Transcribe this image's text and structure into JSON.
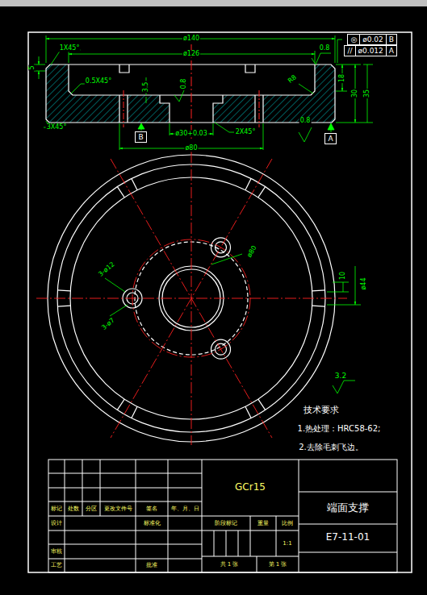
{
  "diagram": {
    "nodes": [
      {
        "text": [
          "◎",
          "ø0.02",
          "B"
        ]
      },
      {
        "text": [
          "//",
          "ø0.012",
          "A"
        ]
      },
      {
        "text": [
          "B"
        ]
      },
      {
        "text": [
          "A"
        ]
      }
    ],
    "labels": [
      "1X45°",
      "ø140",
      "ø126",
      "5",
      "0.8",
      "0.5X45°",
      "3.5",
      "0.8",
      "R8",
      "18",
      "30",
      "35",
      "3X45°",
      "ø30+0.03",
      "2X45°",
      "ø80",
      "0.8",
      "3-ø12",
      "3-ø7",
      "ø80",
      "10",
      "ø44",
      "3.2",
      "技术要求",
      "1.热处理：HRC58-62;",
      "2.去除毛刺飞边。",
      "GCr15",
      "端面支撑",
      "E7-11-01",
      "标记",
      "处数",
      "分区",
      "更改文件号",
      "签名",
      "年、月、日",
      "设计",
      "标准化",
      "审核",
      "工艺",
      "批准",
      "阶段标记",
      "重量",
      "比例",
      "1:1",
      "共 1 张",
      "第 1 张"
    ]
  }
}
